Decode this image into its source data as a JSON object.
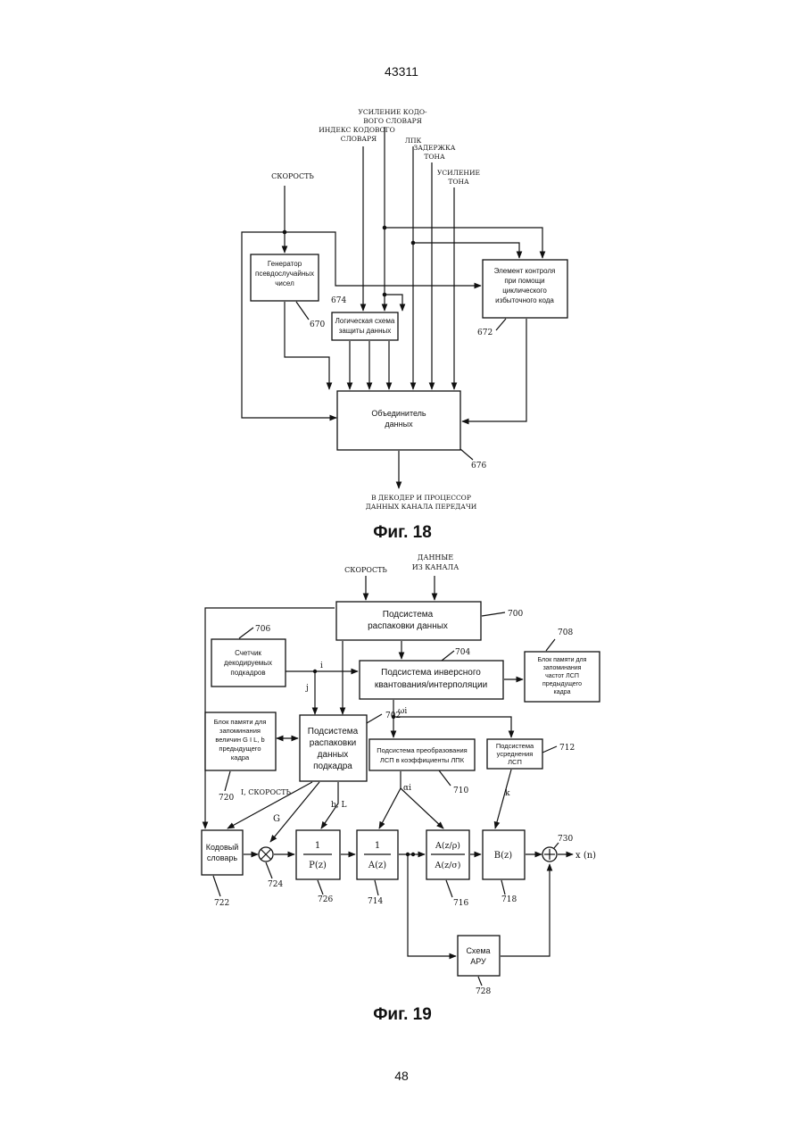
{
  "page": {
    "header_number": "43311",
    "page_number": "48"
  },
  "fig18": {
    "caption": "Фиг. 18",
    "inputs": {
      "speed": "СКОРОСТЬ",
      "codebook_index_1": "ИНДЕКС КОДОВОГО",
      "codebook_index_2": "СЛОВАРЯ",
      "codebook_gain_1": "УСИЛЕНИЕ КОДО-",
      "codebook_gain_2": "ВОГО СЛОВАРЯ",
      "lpc": "ЛПК",
      "pitch_delay_1": "ЗАДЕРЖКА",
      "pitch_delay_2": "ТОНА",
      "pitch_gain_1": "УСИЛЕНИЕ",
      "pitch_gain_2": "ТОНА"
    },
    "blocks": {
      "prng": [
        "Генератор",
        "псевдослучайных",
        "чисел"
      ],
      "protect": [
        "Логическая схема",
        "защиты данных"
      ],
      "crc": [
        "Элемент контроля",
        "при помощи",
        "циклического",
        "избыточного кода"
      ],
      "combiner": [
        "Объединитель",
        "данных"
      ]
    },
    "refs": {
      "prng": "670",
      "protect": "674",
      "crc": "672",
      "combiner": "676"
    },
    "output": [
      "В ДЕКОДЕР И ПРОЦЕССОР",
      "ДАННЫХ КАНАЛА ПЕРЕДАЧИ"
    ]
  },
  "fig19": {
    "caption": "Фиг. 19",
    "inputs": {
      "speed": "СКОРОСТЬ",
      "channel_1": "ДАННЫЕ",
      "channel_2": "ИЗ КАНАЛА"
    },
    "blocks": {
      "unpack": [
        "Подсистема",
        "распаковки данных"
      ],
      "counter": [
        "Счетчик",
        "декодируемых",
        "подкадров"
      ],
      "invq": [
        "Подсистема инверсного",
        "квантования/интерполяции"
      ],
      "lsp_mem": [
        "Блок памяти для",
        "запоминания",
        "частот ЛСП",
        "предыдущего",
        "кадра"
      ],
      "gil_mem": [
        "Блок памяти для",
        "запоминания",
        "величин G I L, b",
        "предыдущего",
        "кадра"
      ],
      "sub_unpack": [
        "Подсистема",
        "распаковки",
        "данных",
        "подкадра"
      ],
      "lsp2lpc": [
        "Подсистема преобразования",
        "ЛСП в коэффициенты ЛПК"
      ],
      "avg": [
        "Подсистема",
        "усреднения",
        "ЛСП"
      ],
      "codebook": [
        "Кодовый",
        "словарь"
      ],
      "agc": [
        "Схема",
        "АРУ"
      ]
    },
    "refs": {
      "unpack": "700",
      "counter": "706",
      "invq": "704",
      "lsp_mem": "708",
      "sub_unpack": "702",
      "gil_mem": "720",
      "lsp2lpc": "710",
      "avg": "712",
      "codebook": "722",
      "mult": "724",
      "pitch": "726",
      "lpc": "714",
      "postf": "716",
      "bz": "718",
      "adder": "730",
      "agc": "728"
    },
    "labels": {
      "i": "i",
      "j": "j",
      "omega": "ωi",
      "alpha": "αi",
      "k": "k",
      "i_speed": "I, СКОРОСТЬ",
      "G": "G",
      "bL": "b, L",
      "x": "x (n)"
    },
    "formulas": {
      "pitch_num": "1",
      "pitch_den": "P(z)",
      "lpc_num": "1",
      "lpc_den": "A(z)",
      "postf_num": "A(z/ρ)",
      "postf_den": "A(z/σ)",
      "bz": "B(z)"
    }
  }
}
